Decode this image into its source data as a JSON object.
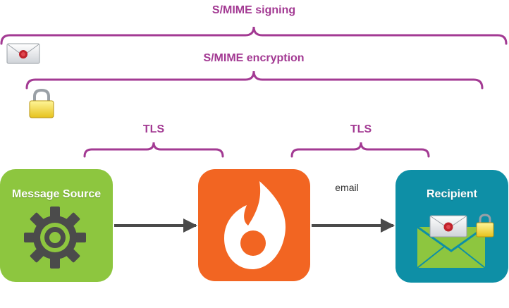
{
  "colors": {
    "brace": "#a33a93",
    "source_box": "#8dc63f",
    "server_box": "#f26522",
    "recipient_box": "#0e8fa6",
    "arrow": "#4a4a4a"
  },
  "labels": {
    "smime_signing": "S/MIME signing",
    "smime_encryption": "S/MIME encryption",
    "tls_left": "TLS",
    "tls_right": "TLS",
    "email": "email"
  },
  "nodes": {
    "source": {
      "label": "Message Source",
      "icon": "gear-icon"
    },
    "server": {
      "icon": "flame-logo-icon"
    },
    "recipient": {
      "label": "Recipient",
      "icon": "envelope-icon"
    }
  },
  "icons": {
    "signed_envelope": "signed-envelope-icon",
    "padlock": "padlock-icon"
  }
}
